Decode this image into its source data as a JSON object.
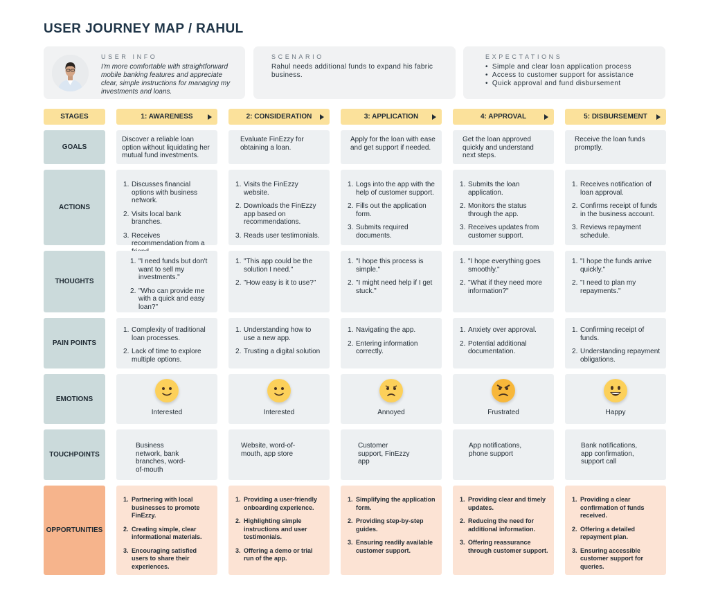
{
  "title": "USER JOURNEY MAP / RAHUL",
  "user_info": {
    "label": "USER INFO",
    "text": "I'm more comfortable with straightforward mobile banking features and appreciate clear, simple instructions for managing my investments and loans."
  },
  "scenario": {
    "label": "SCENARIO",
    "text": "Rahul needs additional funds to expand his fabric business."
  },
  "expectations": {
    "label": "EXPECTATIONS",
    "items": [
      "Simple and clear loan application process",
      "Access to customer support for assistance",
      "Quick approval and fund disbursement"
    ]
  },
  "row_labels": {
    "stages": "STAGES",
    "goals": "GOALS",
    "actions": "ACTIONS",
    "thoughts": "THOUGHTS",
    "pain_points": "PAIN POINTS",
    "emotions": "EMOTIONS",
    "touchpoints": "TOUCHPOINTS",
    "opportunities": "OPPORTUNITIES"
  },
  "stages": [
    {
      "name": "1: AWARENESS",
      "goal": "Discover a reliable loan option without liquidating her mutual fund investments.",
      "actions": [
        "Discusses financial options with business network.",
        "Visits local bank branches.",
        "Receives recommendation from a friend."
      ],
      "thoughts": [
        "\"I need funds but don't want to sell my investments.\"",
        "\"Who can provide me with a quick and easy loan?\""
      ],
      "pain_points": [
        "Complexity of traditional loan processes.",
        "Lack of time to explore multiple options."
      ],
      "emotion": "Interested",
      "emotion_icon": "slight-smile-icon",
      "touchpoints": "Business network, bank branches, word-of-mouth",
      "opportunities": [
        "Partnering with local businesses to promote FinEzzy.",
        "Creating simple, clear informational materials.",
        "Encouraging satisfied users to share their experiences."
      ]
    },
    {
      "name": "2: CONSIDERATION",
      "goal": "Evaluate FinEzzy for obtaining a loan.",
      "actions": [
        "Visits the FinEzzy website.",
        "Downloads the FinEzzy app based on recommendations.",
        "Reads user testimonials."
      ],
      "thoughts": [
        "\"This app could be the solution I need.\"",
        "\"How easy is it to use?\""
      ],
      "pain_points": [
        "Understanding how to use a new app.",
        "Trusting a digital solution"
      ],
      "emotion": "Interested",
      "emotion_icon": "slight-smile-icon",
      "touchpoints": "Website, word-of-mouth, app store",
      "opportunities": [
        "Providing a user-friendly onboarding experience.",
        "Highlighting simple instructions and user testimonials.",
        "Offering a demo or trial run of the app."
      ]
    },
    {
      "name": "3: APPLICATION",
      "goal": "Apply for the loan with ease and get support if needed.",
      "actions": [
        "Logs into the app with the help of customer support.",
        "Fills out the application form.",
        "Submits required documents."
      ],
      "thoughts": [
        "\"I hope this process is simple.\"",
        "\"I might need help if I get stuck.\""
      ],
      "pain_points": [
        "Navigating the app.",
        "Entering information correctly."
      ],
      "emotion": "Annoyed",
      "emotion_icon": "worried-face-icon",
      "touchpoints": "Customer support, FinEzzy app",
      "opportunities": [
        "Simplifying the application form.",
        "Providing step-by-step guides.",
        "Ensuring readily available customer support."
      ]
    },
    {
      "name": "4: APPROVAL",
      "goal": "Get the loan approved quickly and understand next steps.",
      "actions": [
        "Submits the loan application.",
        "Monitors the status through the app.",
        "Receives updates from customer support."
      ],
      "thoughts": [
        "\"I hope everything goes smoothly.\"",
        "\"What if they need more information?\""
      ],
      "pain_points": [
        "Anxiety over approval.",
        "Potential additional documentation."
      ],
      "emotion": "Frustrated",
      "emotion_icon": "angry-face-icon",
      "touchpoints": "App notifications, phone support",
      "opportunities": [
        "Providing clear and timely updates.",
        "Reducing the need for additional information.",
        "Offering reassurance through customer support."
      ]
    },
    {
      "name": "5: DISBURSEMENT",
      "goal": "Receive the loan funds promptly.",
      "actions": [
        "Receives notification of loan approval.",
        "Confirms receipt of funds in the business account.",
        "Reviews repayment schedule."
      ],
      "thoughts": [
        "\"I hope the funds arrive quickly.\"",
        "\"I need to plan my repayments.\""
      ],
      "pain_points": [
        "Confirming receipt of funds.",
        "Understanding repayment obligations."
      ],
      "emotion": "Happy",
      "emotion_icon": "grinning-face-icon",
      "touchpoints": "Bank notifications, app confirmation, support call",
      "opportunities": [
        "Providing a clear confirmation of funds received.",
        "Offering a detailed repayment plan.",
        "Ensuring accessible customer support for queries."
      ]
    }
  ]
}
